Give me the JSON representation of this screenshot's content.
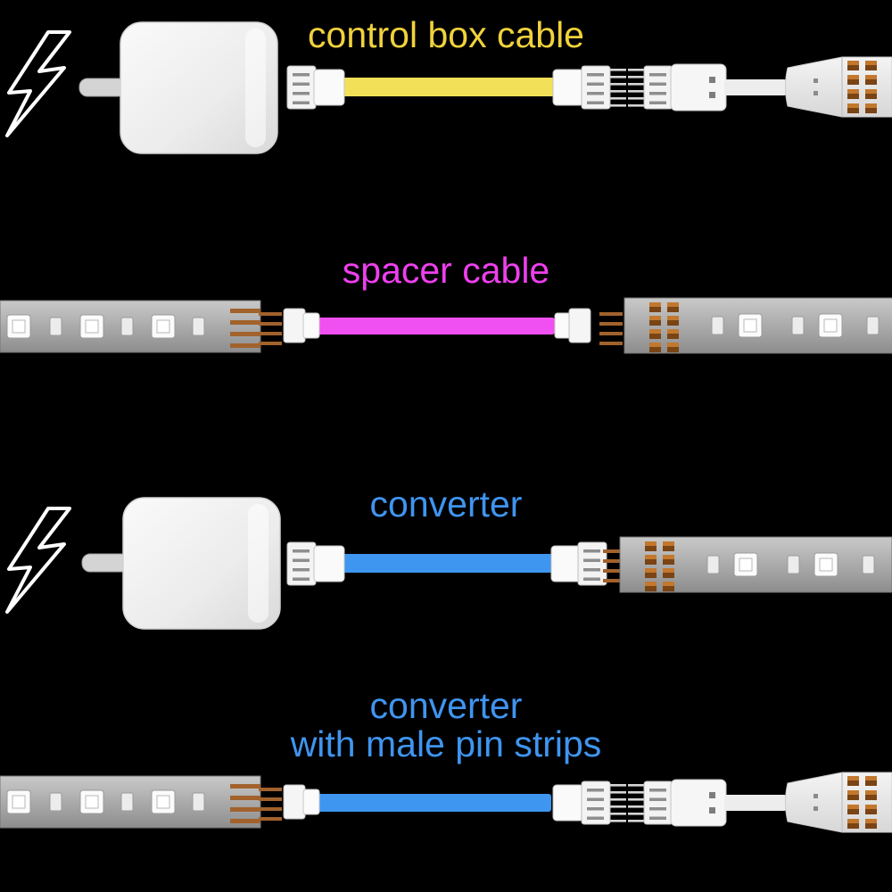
{
  "background_color": "#000000",
  "rows": [
    {
      "label": "control box cable",
      "label_color": "#f0d23c",
      "cable_color": "#f2e158"
    },
    {
      "label": "spacer cable",
      "label_color": "#ee3fee",
      "cable_color": "#f04ff2"
    },
    {
      "label": "converter",
      "label_color": "#3f95f0",
      "cable_color": "#3e96f0"
    },
    {
      "label": "converter",
      "label_line2": "with male pin strips",
      "label_color": "#3f95f0",
      "cable_color": "#3e96f0"
    }
  ],
  "misc": {
    "white_cable_color": "#ededed",
    "copper_pin_color": "#a2622c"
  }
}
